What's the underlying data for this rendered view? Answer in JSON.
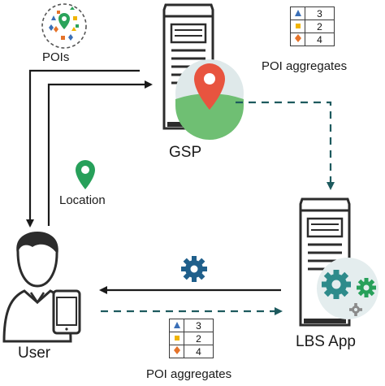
{
  "labels": {
    "pois": "POIs",
    "gsp": "GSP",
    "location": "Location",
    "poi_aggregates_top": "POI aggregates",
    "lbs_app": "LBS App",
    "user": "User",
    "poi_aggregates_bottom": "POI aggregates"
  },
  "poi_table_top": {
    "rows": [
      {
        "icon": "triangle-icon",
        "icon_color": "#3a6fb7",
        "value": "3"
      },
      {
        "icon": "square-icon",
        "icon_color": "#f0b400",
        "value": "2"
      },
      {
        "icon": "diamond-icon",
        "icon_color": "#e5732a",
        "value": "4"
      }
    ]
  },
  "poi_table_bottom": {
    "rows": [
      {
        "icon": "triangle-icon",
        "icon_color": "#3a6fb7",
        "value": "3"
      },
      {
        "icon": "square-icon",
        "icon_color": "#f0b400",
        "value": "2"
      },
      {
        "icon": "diamond-icon",
        "icon_color": "#e5732a",
        "value": "4"
      }
    ]
  },
  "colors": {
    "solid_arrow": "#1a1a1a",
    "dashed_arrow": "#1d5a5e",
    "map_pin_red": "#e8543f",
    "location_pin_green": "#27a05a",
    "gear_blue": "#1f5f8b",
    "gear_teal": "#2e8b8b",
    "server_line": "#2c2c2c"
  }
}
